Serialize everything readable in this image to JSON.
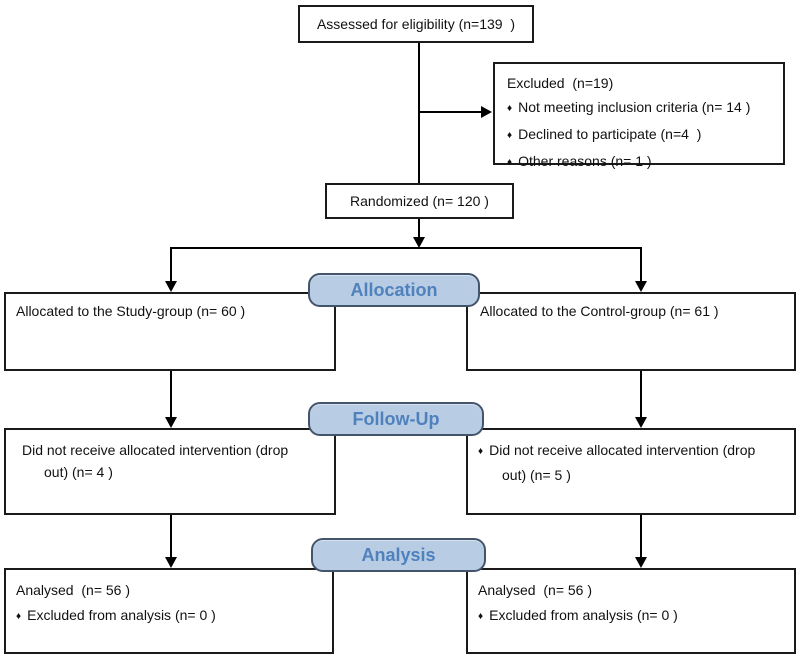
{
  "flowchart": {
    "bullet": "♦",
    "assessed_label": "Assessed for eligibility (n=139  )",
    "excluded": {
      "title": "Excluded  (n=19)",
      "items": [
        "Not meeting inclusion criteria (n= 14 )",
        "Declined to participate (n=4  )",
        "Other reasons (n= 1 )"
      ]
    },
    "randomized_label": "Randomized (n= 120 )",
    "stage_labels": {
      "allocation": "Allocation",
      "followup": "Follow-Up",
      "analysis": "Analysis"
    },
    "allocation": {
      "left_label": "Allocated to the Study-group (n= 60 )",
      "right_label": "Allocated to the Control-group (n= 61 )"
    },
    "followup": {
      "left_lines": [
        "Did not receive allocated intervention (drop",
        "out) (n= 4 )"
      ],
      "right_lines": [
        "Did not receive allocated intervention (drop",
        "out) (n= 5 )"
      ]
    },
    "analysis": {
      "left": {
        "analysed": "Analysed  (n= 56 )",
        "excluded": "Excluded from analysis (n= 0 )"
      },
      "right": {
        "analysed": "Analysed  (n= 56 )",
        "excluded": "Excluded from analysis (n= 0 )"
      }
    },
    "colors": {
      "banner_fill": "#b8cce4",
      "banner_border": "#44546a",
      "banner_text": "#4f81bd",
      "line": "#000000"
    }
  }
}
